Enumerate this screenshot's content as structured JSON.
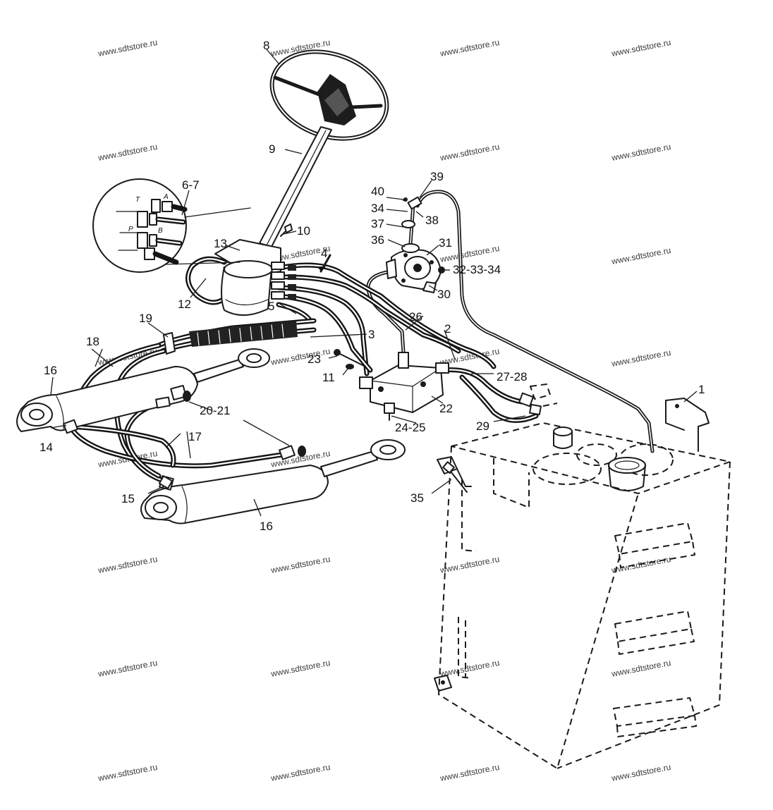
{
  "watermark": "www.sdtstore.ru",
  "callouts": {
    "c1": "1",
    "c2": "2",
    "c3": "3",
    "c4": "4",
    "c5": "5",
    "c6_7": "6-7",
    "c8": "8",
    "c9": "9",
    "c10": "10",
    "c11": "11",
    "c12": "12",
    "c13": "13",
    "c14": "14",
    "c15": "15",
    "c16a": "16",
    "c16b": "16",
    "c17": "17",
    "c18": "18",
    "c19": "19",
    "c20_21": "20-21",
    "c22": "22",
    "c23": "23",
    "c24_25": "24-25",
    "c26": "26",
    "c27_28": "27-28",
    "c29": "29",
    "c30": "30",
    "c31": "31",
    "c32_33_34": "32-33-34",
    "c34": "34",
    "c35": "35",
    "c36": "36",
    "c37": "37",
    "c38": "38",
    "c39": "39",
    "c40": "40"
  },
  "detail_inset": {
    "port_T": "T",
    "port_A": "A",
    "port_P": "P",
    "port_B": "B"
  }
}
